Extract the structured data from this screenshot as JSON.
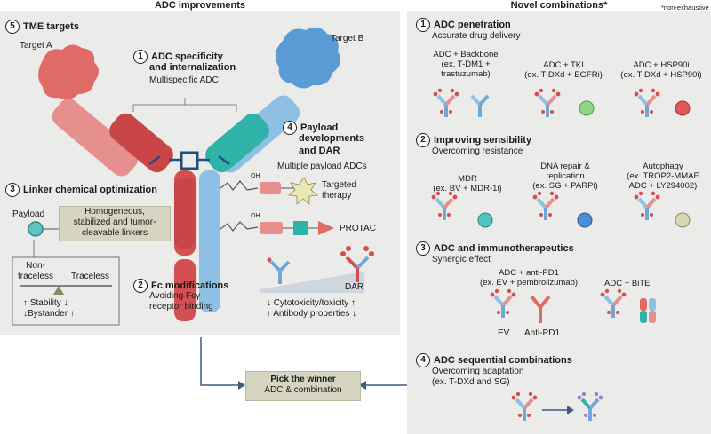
{
  "headers": {
    "left": "ADC improvements",
    "right": "Novel combinations*",
    "note": "*non-exhaustive"
  },
  "left": {
    "tme": {
      "num": "5",
      "title": "TME targets",
      "target_a": "Target A",
      "target_b": "Target B"
    },
    "specificity": {
      "num": "1",
      "title_l1": "ADC specificity",
      "title_l2": "and internalization",
      "sub": "Multispecific ADC"
    },
    "payload_dev": {
      "num": "4",
      "title_l1": "Payload",
      "title_l2": "developments",
      "title_l3": "and DAR",
      "sub": "Multiple payload ADCs"
    },
    "linker": {
      "num": "3",
      "title": "Linker chemical optimization",
      "payload": "Payload",
      "box_l1": "Homogeneous,",
      "box_l2": "stabilized and tumor-",
      "box_l3": "cleavable linkers",
      "nontraceless_l1": "Non-",
      "nontraceless_l2": "traceless",
      "traceless": "Traceless",
      "stability": "Stability",
      "bystander": "Bystander"
    },
    "targeted_therapy_l1": "Targeted",
    "targeted_therapy_l2": "therapy",
    "protac": "PROTAC",
    "oh_label": "OH",
    "fc": {
      "num": "2",
      "title": "Fc modifications",
      "sub_l1": "Avoiding Fcγ",
      "sub_l2": "receptor binding"
    },
    "dar": {
      "label": "DAR",
      "cyto": "Cytotoxicity/toxicity",
      "antibody": "Antibody properties"
    }
  },
  "winner": {
    "title": "Pick the winner",
    "sub": "ADC & combination"
  },
  "right": {
    "s1": {
      "num": "1",
      "title": "ADC penetration",
      "sub": "Accurate drug delivery",
      "items": [
        {
          "l1": "ADC + Backbone",
          "l2": "(ex. T-DM1 +",
          "l3": "trastuzumab)"
        },
        {
          "l1": "ADC + TKI",
          "l2": "(ex. T-DXd + EGFRi)",
          "l3": ""
        },
        {
          "l1": "ADC + HSP90i",
          "l2": "(ex. T-DXd + HSP90i)",
          "l3": ""
        }
      ]
    },
    "s2": {
      "num": "2",
      "title": "Improving sensibility",
      "sub": "Overcoming resistance",
      "items": [
        {
          "l1": "MDR",
          "l2": "(ex. BV + MDR-1i)",
          "l3": ""
        },
        {
          "l1": "DNA repair &",
          "l2": "replication",
          "l3": "(ex. SG + PARPi)"
        },
        {
          "l1": "Autophagy",
          "l2": "(ex. TROP2-MMAE",
          "l3": "ADC + LY294002)"
        }
      ]
    },
    "s3": {
      "num": "3",
      "title": "ADC and immunotherapeutics",
      "sub": "Synergic effect",
      "item1_l1": "ADC + anti-PD1",
      "item1_l2": "(ex. EV + pembrolizumab)",
      "ev": "EV",
      "antipd1": "Anti-PD1",
      "item2": "ADC + BiTE"
    },
    "s4": {
      "num": "4",
      "title": "ADC sequential combinations",
      "sub": "Overcoming adaptation",
      "ex": "(ex. T-DXd and SG)"
    }
  },
  "colors": {
    "panel": "#ebebea",
    "red": "#d9585a",
    "blue": "#6fa8d6",
    "teal": "#2fb3a8",
    "box": "#d6d5c1",
    "navy": "#3e5a80"
  }
}
